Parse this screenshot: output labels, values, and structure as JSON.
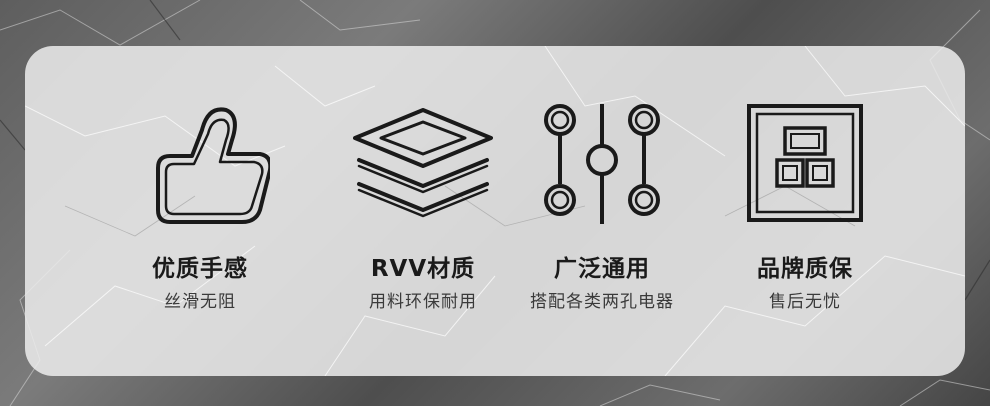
{
  "colors": {
    "panel": "#ececec",
    "ink": "#1a1a1a",
    "subtext": "#3a3a3a",
    "background": "#5e5e5e"
  },
  "features": [
    {
      "icon": "thumbs-up-icon",
      "title": "优质手感",
      "subtitle": "丝滑无阻"
    },
    {
      "icon": "layers-icon",
      "title": "RVV材质",
      "subtitle": "用料环保耐用"
    },
    {
      "icon": "sliders-icon",
      "title": "广泛通用",
      "subtitle": "搭配各类两孔电器"
    },
    {
      "icon": "socket-icon",
      "title": "品牌质保",
      "subtitle": "售后无忧"
    }
  ]
}
